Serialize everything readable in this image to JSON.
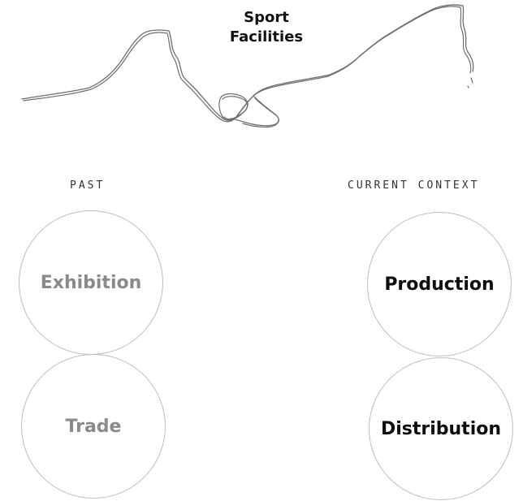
{
  "title": {
    "line1": "Sport",
    "line2": "Facilities"
  },
  "columns": {
    "past": {
      "label": "PAST",
      "items": [
        "Exhibition",
        "Trade"
      ]
    },
    "current": {
      "label": "CURRENT CONTEXT",
      "items": [
        "Production",
        "Distribution"
      ]
    }
  }
}
